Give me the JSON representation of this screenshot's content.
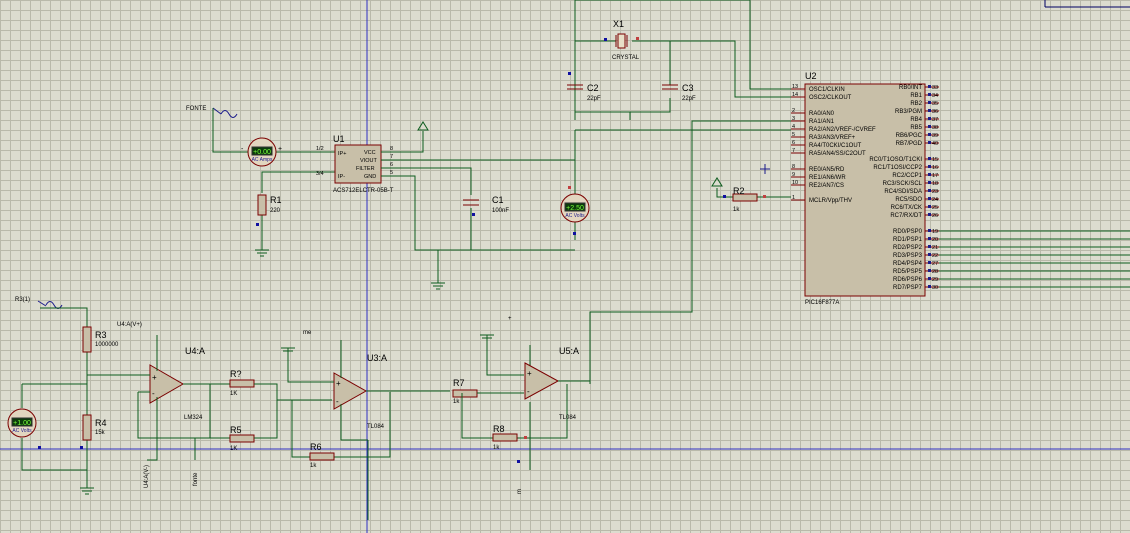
{
  "components": {
    "x1": {
      "ref": "X1",
      "value": "CRYSTAL"
    },
    "c2": {
      "ref": "C2",
      "value": "22pF"
    },
    "c3": {
      "ref": "C3",
      "value": "22pF"
    },
    "c1": {
      "ref": "C1",
      "value": "100nF"
    },
    "r1": {
      "ref": "R1",
      "value": "220"
    },
    "r2": {
      "ref": "R2",
      "value": "1k"
    },
    "r3": {
      "ref": "R3",
      "value": "1000000"
    },
    "r4": {
      "ref": "R4",
      "value": "15k"
    },
    "rq": {
      "ref": "R?",
      "value": "1K"
    },
    "r5": {
      "ref": "R5",
      "value": "1K"
    },
    "r6": {
      "ref": "R6",
      "value": "1k"
    },
    "r7": {
      "ref": "R7",
      "value": "1k"
    },
    "r8": {
      "ref": "R8",
      "value": "1k"
    },
    "u1": {
      "ref": "U1",
      "part": "ACS712ELCTR-05B-T"
    },
    "u2": {
      "ref": "U2",
      "part": "PIC16F877A"
    },
    "u4a": {
      "ref": "U4:A",
      "part": "LM324"
    },
    "u3a": {
      "ref": "U3:A",
      "part": "TL084"
    },
    "u5a": {
      "ref": "U5:A",
      "part": "TL084"
    },
    "fonte_gen": {
      "label": "FONTE"
    },
    "r3_gen": {
      "label": "R3(1)"
    }
  },
  "meters": {
    "amm1": {
      "reading": "+0.00",
      "unit": "AC Amps"
    },
    "volt1": {
      "reading": "+1.00",
      "unit": "AC Volts"
    },
    "volt2": {
      "reading": "+2.50",
      "unit": "AC Volts"
    }
  },
  "nets": {
    "u4_vplus": "U4:A(V+)",
    "u4_vminus": "U4:A(V-)",
    "fonte": "fonte",
    "u3_top": "me",
    "u5_vplus": "+",
    "u5_vminus": "m"
  },
  "u2_pins_left": [
    {
      "num": "13",
      "name": "OSC1/CLKIN"
    },
    {
      "num": "14",
      "name": "OSC2/CLKOUT"
    },
    {
      "num": "2",
      "name": "RA0/AN0"
    },
    {
      "num": "3",
      "name": "RA1/AN1"
    },
    {
      "num": "4",
      "name": "RA2/AN2/VREF-/CVREF"
    },
    {
      "num": "5",
      "name": "RA3/AN3/VREF+"
    },
    {
      "num": "6",
      "name": "RA4/T0CKI/C1OUT"
    },
    {
      "num": "7",
      "name": "RA5/AN4/SS/C2OUT"
    },
    {
      "num": "8",
      "name": "RE0/AN5/RD"
    },
    {
      "num": "9",
      "name": "RE1/AN6/WR"
    },
    {
      "num": "10",
      "name": "RE2/AN7/CS"
    },
    {
      "num": "1",
      "name": "MCLR/Vpp/THV"
    }
  ],
  "u2_pins_right": [
    {
      "num": "33",
      "name": "RB0/INT"
    },
    {
      "num": "34",
      "name": "RB1"
    },
    {
      "num": "35",
      "name": "RB2"
    },
    {
      "num": "36",
      "name": "RB3/PGM"
    },
    {
      "num": "37",
      "name": "RB4"
    },
    {
      "num": "38",
      "name": "RB5"
    },
    {
      "num": "39",
      "name": "RB6/PGC"
    },
    {
      "num": "40",
      "name": "RB7/PGD"
    },
    {
      "num": "15",
      "name": "RC0/T1OSO/T1CKI"
    },
    {
      "num": "16",
      "name": "RC1/T1OSI/CCP2"
    },
    {
      "num": "17",
      "name": "RC2/CCP1"
    },
    {
      "num": "18",
      "name": "RC3/SCK/SCL"
    },
    {
      "num": "23",
      "name": "RC4/SDI/SDA"
    },
    {
      "num": "24",
      "name": "RC5/SDO"
    },
    {
      "num": "25",
      "name": "RC6/TX/CK"
    },
    {
      "num": "26",
      "name": "RC7/RX/DT"
    },
    {
      "num": "19",
      "name": "RD0/PSP0"
    },
    {
      "num": "20",
      "name": "RD1/PSP1"
    },
    {
      "num": "21",
      "name": "RD2/PSP2"
    },
    {
      "num": "22",
      "name": "RD3/PSP3"
    },
    {
      "num": "27",
      "name": "RD4/PSP4"
    },
    {
      "num": "28",
      "name": "RD5/PSP5"
    },
    {
      "num": "29",
      "name": "RD6/PSP6"
    },
    {
      "num": "30",
      "name": "RD7/PSP7"
    }
  ],
  "u1_pin_labels": [
    "IP+",
    "IP-",
    "VCC",
    "VIOUT",
    "FILTER",
    "GND"
  ]
}
